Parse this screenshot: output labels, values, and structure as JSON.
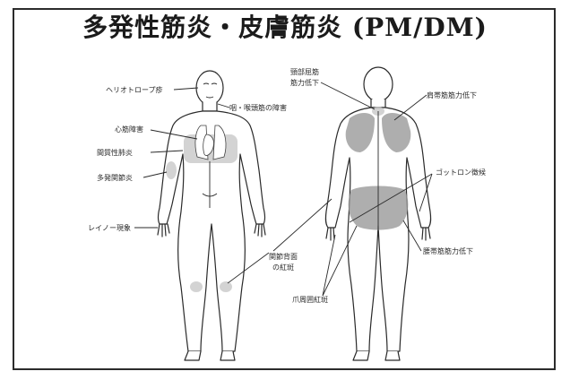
{
  "title": "多発性筋炎・皮膚筋炎 (PM/DM)",
  "front_labels": {
    "heliotrope": "ヘリオトロープ疹",
    "pharynx": "咽・喉頭筋の障害",
    "heart": "心筋障害",
    "lung": "間質性肺炎",
    "arthritis": "多発関節炎",
    "raynaud": "レイノー現象",
    "joint_back": "関節背面",
    "erythema": "の紅斑"
  },
  "back_labels": {
    "neck_1": "頸部屈筋",
    "neck_2": "筋力低下",
    "shoulder": "肩帯筋筋力低下",
    "gottron": "ゴットロン徴候",
    "pelvic": "腰帯筋筋力低下",
    "rash": "爪周囲紅斑"
  },
  "colors": {
    "line": "#2a2a2a",
    "shade_dark": "#9a9a9a",
    "shade_light": "#c8c8c8",
    "background": "#ffffff"
  }
}
